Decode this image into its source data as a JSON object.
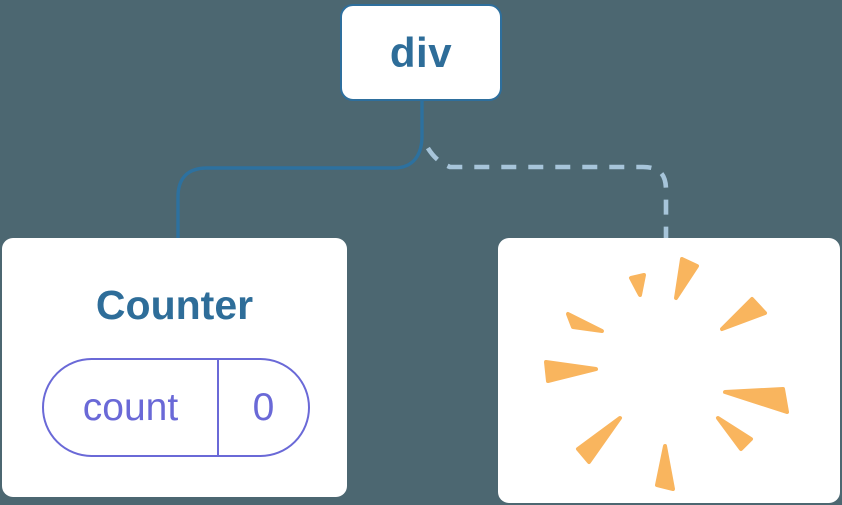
{
  "diagram": {
    "type": "react-component-tree",
    "root": {
      "label": "div"
    },
    "children": [
      {
        "id": "counter",
        "title": "Counter",
        "state": [
          {
            "key": "count",
            "value": "0"
          }
        ]
      },
      {
        "id": "removed",
        "icon": "poof-burst-icon"
      }
    ],
    "edges": [
      {
        "from": "div",
        "to": "Counter",
        "style": "solid"
      },
      {
        "from": "div",
        "to": "removed",
        "style": "dashed"
      }
    ]
  },
  "colors": {
    "background": "#4c6771",
    "node_background": "#ffffff",
    "node_border_blue": "#2e6f9d",
    "text_blue": "#2e6d99",
    "solid_edge": "#2d719f",
    "dashed_edge": "#a7c5da",
    "state_pill": "#6a69d7",
    "burst_orange": "#f9b55e"
  }
}
